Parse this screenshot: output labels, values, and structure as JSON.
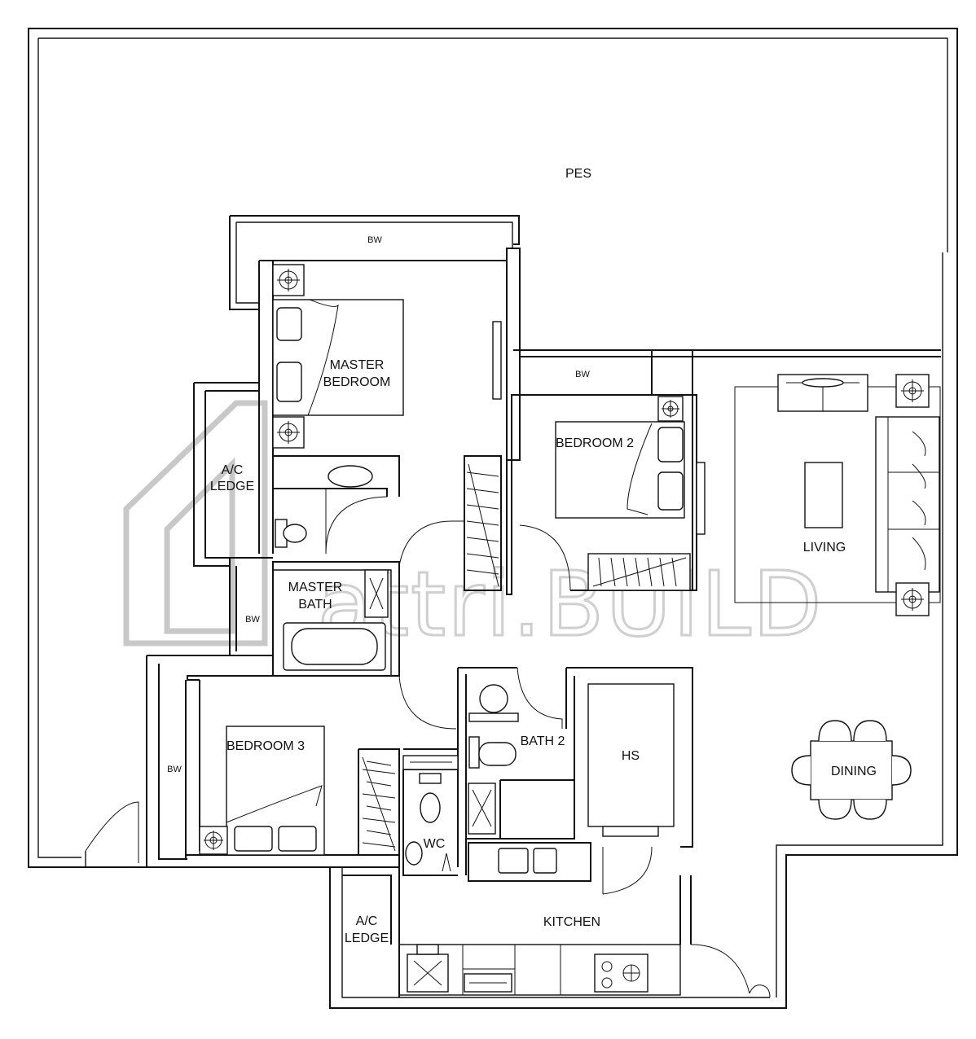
{
  "plan": {
    "watermark": "attri.BUILD",
    "rooms": {
      "pes": "PES",
      "bw_top": "BW",
      "master_bedroom_line1": "MASTER",
      "master_bedroom_line2": "BEDROOM",
      "bw_mid": "BW",
      "bedroom2": "BEDROOM 2",
      "living": "LIVING",
      "ac_ledge1_line1": "A/C",
      "ac_ledge1_line2": "LEDGE",
      "master_bath_line1": "MASTER",
      "master_bath_line2": "BATH",
      "bw_left": "BW",
      "bedroom3": "BEDROOM 3",
      "bw_low": "BW",
      "bath2": "BATH 2",
      "hs": "HS",
      "wc": "WC",
      "dining": "DINING",
      "ac_ledge2_line1": "A/C",
      "ac_ledge2_line2": "LEDGE",
      "kitchen": "KITCHEN"
    }
  }
}
